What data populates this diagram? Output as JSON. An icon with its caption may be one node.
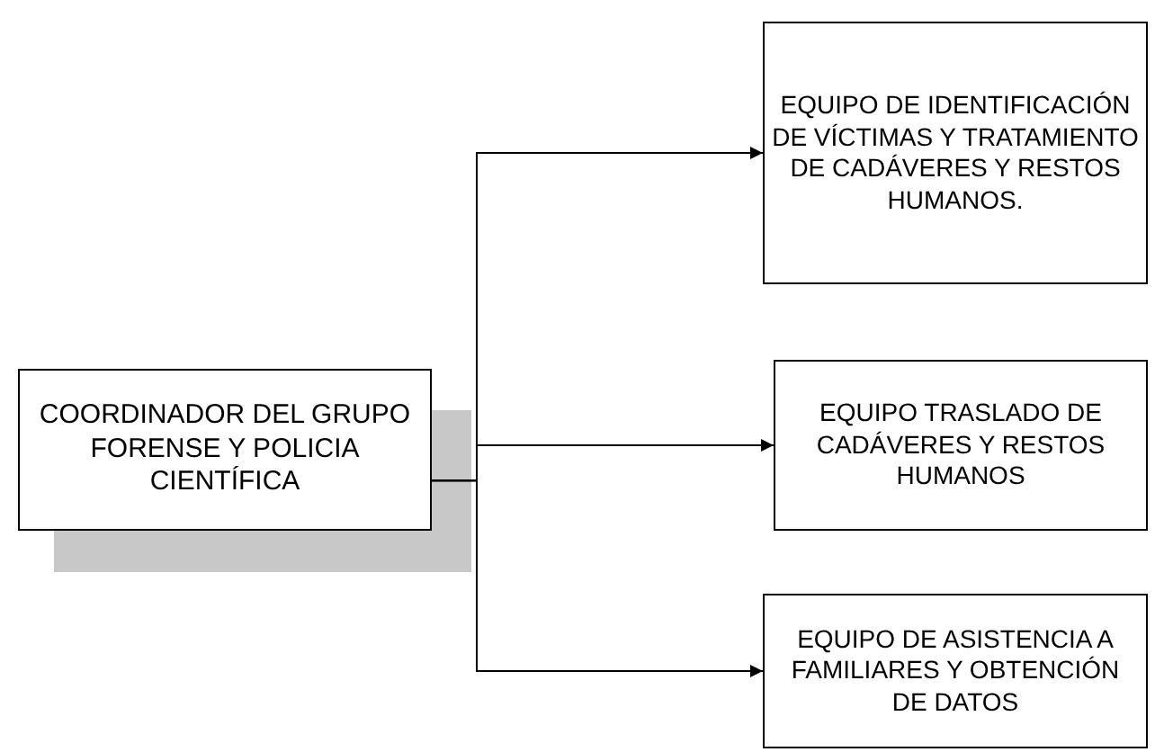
{
  "diagram": {
    "nodes": [
      {
        "text": [
          "COORDINADOR DEL GRUPO FORENSE Y POLICIA CIENTÍFICA"
        ]
      },
      {
        "text": [
          "EQUIPO DE IDENTIFICACIÓN DE VÍCTIMAS Y TRATAMIENTO DE CADÁVERES Y RESTOS HUMANOS."
        ]
      },
      {
        "text": [
          "EQUIPO TRASLADO DE CADÁVERES Y RESTOS HUMANOS"
        ]
      },
      {
        "text": [
          "EQUIPO DE ASISTENCIA A FAMILIARES Y OBTENCIÓN DE DATOS"
        ]
      }
    ],
    "edges": [
      {
        "from": 0,
        "to": 1,
        "arrow": "to"
      },
      {
        "from": 0,
        "to": 2,
        "arrow": "to"
      },
      {
        "from": 0,
        "to": 3,
        "arrow": "to"
      }
    ]
  }
}
